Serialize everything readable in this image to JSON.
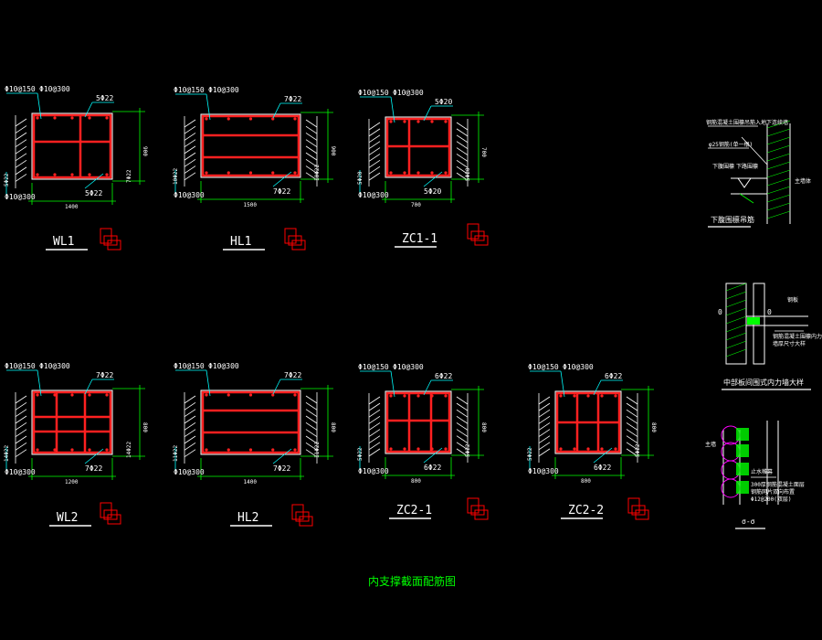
{
  "drawing_title": "内支撑截面配筋图",
  "colors": {
    "background": "#000000",
    "rebar": "#ff2020",
    "outline": "#ffffff",
    "dimension": "#00ff00",
    "leader": "#00ffff",
    "label": "#ffffff",
    "title": "#00ff00",
    "hatch": "#ffffff",
    "symbol": "#ff0000",
    "pile": "#ff00ff"
  },
  "sections": [
    {
      "id": "wl1",
      "label": "WL1",
      "annotations": {
        "stirrup_dense": "Φ10@150",
        "stirrup_sparse": "Φ10@300",
        "top_bar": "5Φ22",
        "left_bar": "5Φ22",
        "bottom_bar": "5Φ22",
        "side_bar": "7Φ22",
        "stirrup_bottom": "Φ10@300",
        "width": "1400",
        "height": "900"
      }
    },
    {
      "id": "hl1",
      "label": "HL1",
      "annotations": {
        "stirrup_dense": "Φ10@150",
        "stirrup_sparse": "Φ10@300",
        "top_bar": "7Φ22",
        "left_bar": "10Φ22",
        "bottom_bar": "7Φ22",
        "side_bar": "10Φ22",
        "stirrup_bottom": "Φ10@300",
        "width": "1500",
        "height": "900"
      }
    },
    {
      "id": "zc1-1",
      "label": "ZC1-1",
      "annotations": {
        "stirrup_dense": "Φ10@150",
        "stirrup_sparse": "Φ10@300",
        "top_bar": "5Φ20",
        "left_bar": "5Φ20",
        "bottom_bar": "5Φ20",
        "side_bar": "5Φ20",
        "stirrup_bottom": "Φ10@300",
        "width": "700",
        "height": "700"
      }
    },
    {
      "id": "wl2",
      "label": "WL2",
      "annotations": {
        "stirrup_dense": "Φ10@150",
        "stirrup_sparse": "Φ10@300",
        "top_bar": "7Φ22",
        "left_bar": "14Φ22",
        "bottom_bar": "7Φ22",
        "side_bar": "14Φ22",
        "stirrup_bottom": "Φ10@300",
        "width": "1200",
        "height": "800"
      }
    },
    {
      "id": "hl2",
      "label": "HL2",
      "annotations": {
        "stirrup_dense": "Φ10@150",
        "stirrup_sparse": "Φ10@300",
        "top_bar": "7Φ22",
        "left_bar": "11Φ22",
        "bottom_bar": "7Φ22",
        "side_bar": "11Φ22",
        "stirrup_bottom": "Φ10@300",
        "width": "1400",
        "height": "800"
      }
    },
    {
      "id": "zc2-1",
      "label": "ZC2-1",
      "annotations": {
        "stirrup_dense": "Φ10@150",
        "stirrup_sparse": "Φ10@300",
        "top_bar": "6Φ22",
        "left_bar": "5Φ22",
        "bottom_bar": "6Φ22",
        "side_bar": "5Φ22",
        "stirrup_bottom": "Φ10@300",
        "width": "800",
        "height": "800"
      }
    },
    {
      "id": "zc2-2",
      "label": "ZC2-2",
      "annotations": {
        "stirrup_dense": "Φ10@150",
        "stirrup_sparse": "Φ10@300",
        "top_bar": "6Φ22",
        "left_bar": "5Φ22",
        "bottom_bar": "6Φ22",
        "side_bar": "5Φ22",
        "stirrup_bottom": "Φ10@300",
        "width": "800",
        "height": "800"
      }
    }
  ],
  "details": {
    "detail_a": {
      "title": "下腹围檩吊筋",
      "notes": [
        "钢筋混凝土围檩吊筋入地下连续墙",
        "φ25钢筋(单一根)",
        "下腹围檩",
        "下路围檩",
        "主墙体"
      ]
    },
    "detail_b": {
      "title": "中部板间围式内力墙大样",
      "notes": [
        "0",
        "0",
        "钢板",
        "钢筋混凝土围檩内力墙连接",
        "墙厚尺寸大样"
      ]
    },
    "detail_c": {
      "title": "σ-σ",
      "notes": [
        "主墙",
        "止水帷幕",
        "300厚钢筋混凝土面层",
        "钢筋网片双向布置",
        "Φ12@200(双层)"
      ]
    }
  }
}
